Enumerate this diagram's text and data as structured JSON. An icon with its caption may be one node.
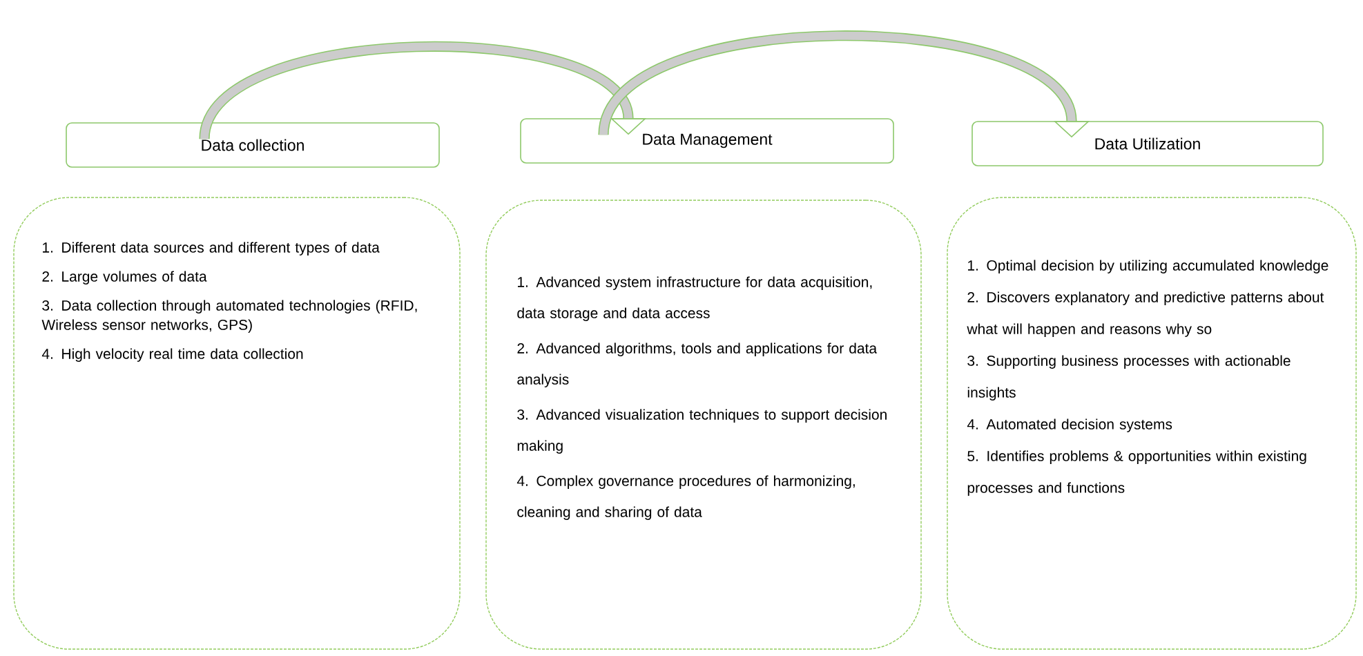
{
  "diagram": {
    "nodes": [
      {
        "text": [
          "Data collection"
        ]
      },
      {
        "text": [
          "Data Management"
        ]
      },
      {
        "text": [
          "Data Utilization"
        ]
      },
      {
        "text": [
          "1. Different data sources and different types of data",
          "2. Large volumes of data",
          "3. Data collection through automated technologies (RFID, Wireless sensor networks, GPS)",
          "4. High velocity real time data collection"
        ]
      },
      {
        "text": [
          "1. Advanced system infrastructure for data acquisition, data storage and data access",
          "2. Advanced algorithms, tools and applications for data analysis",
          "3. Advanced visualization techniques to support decision making",
          "4. Complex governance procedures of harmonizing, cleaning and sharing of data"
        ]
      },
      {
        "text": [
          "1. Optimal decision by utilizing accumulated knowledge",
          "2. Discovers explanatory and predictive patterns about what will happen and reasons why so",
          "3. Supporting business processes with actionable insights",
          "4. Automated decision systems",
          "5. Identifies problems & opportunities within existing processes and functions"
        ]
      }
    ],
    "edges": [
      {
        "from": 0,
        "to": 1,
        "arrow": "to"
      },
      {
        "from": 1,
        "to": 2,
        "arrow": "to"
      }
    ]
  }
}
